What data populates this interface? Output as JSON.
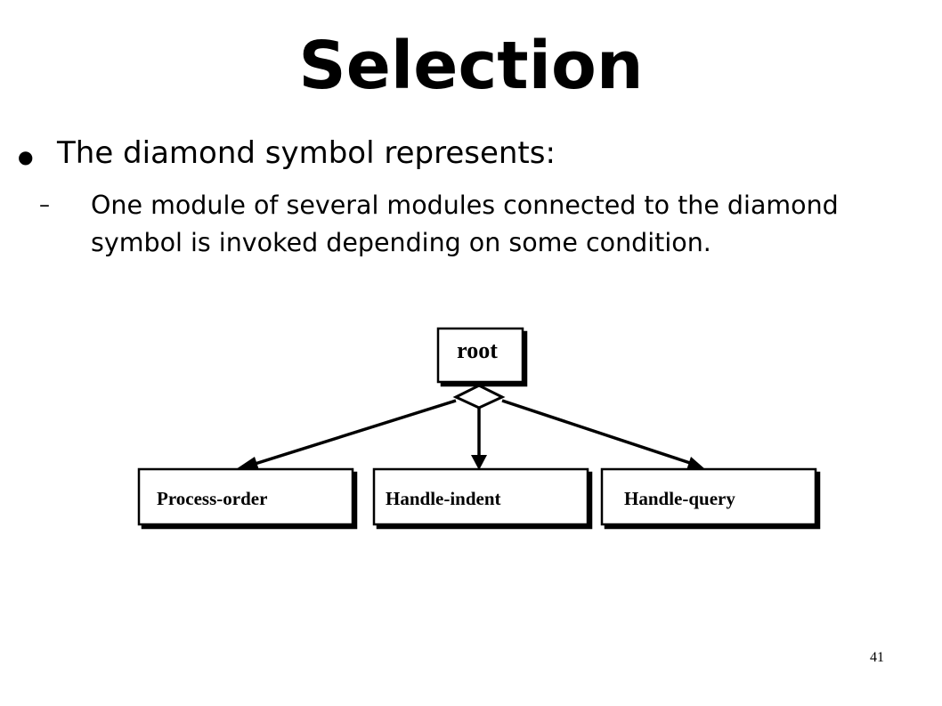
{
  "slide": {
    "title": "Selection",
    "bullet": "The diamond symbol  represents:",
    "sub_bullet": "One module of several modules connected  to the diamond symbol is invoked depending on some condition.",
    "page_number": "41"
  },
  "diagram": {
    "root_label": "root",
    "children": [
      {
        "label": "Process-order"
      },
      {
        "label": "Handle-indent"
      },
      {
        "label": "Handle-query"
      }
    ]
  }
}
